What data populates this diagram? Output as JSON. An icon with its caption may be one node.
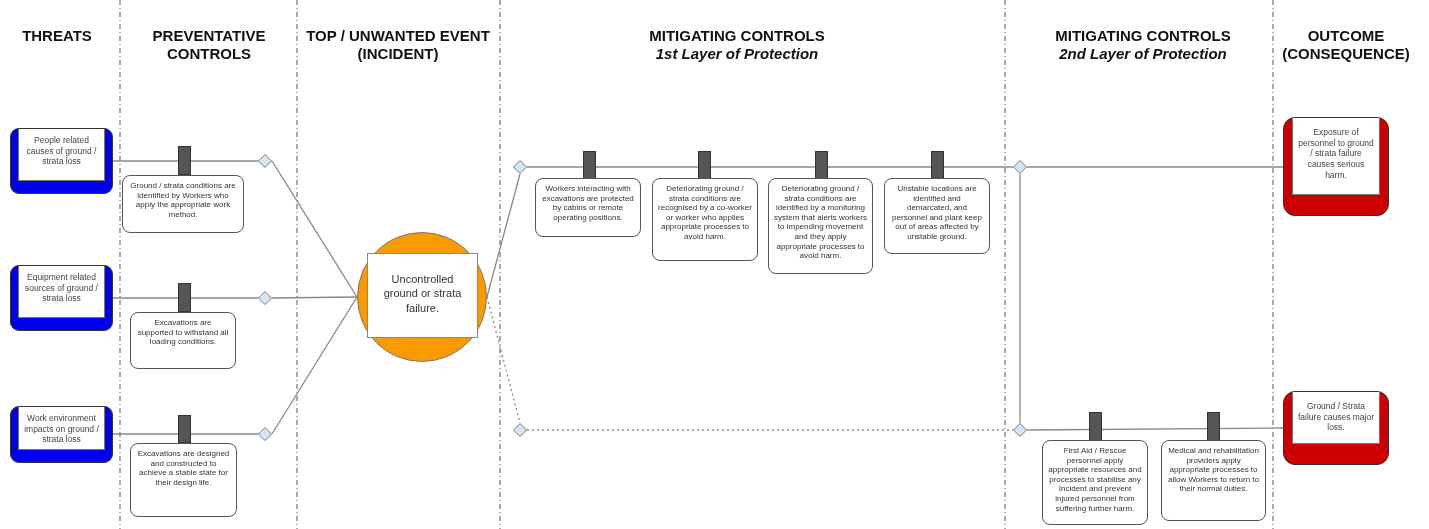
{
  "diagram": {
    "nodes": [
      {
        "text": [
          "People related causes of ground / strata loss"
        ]
      },
      {
        "text": [
          "Equipment related sources of ground / strata loss"
        ]
      },
      {
        "text": [
          "Work environment impacts on ground / strata loss"
        ]
      },
      {
        "text": [
          "Ground / strata conditions are identified by Workers who apply the appropriate work method."
        ]
      },
      {
        "text": [
          "Excavations are supported to withstand all loading conditions."
        ]
      },
      {
        "text": [
          "Excavations are designed and constructed to achieve a stable state for their design life."
        ]
      },
      {
        "text": [],
        "shape": "diamond"
      },
      {
        "text": [],
        "shape": "diamond"
      },
      {
        "text": [],
        "shape": "diamond"
      },
      {
        "text": [
          "Uncontrolled ground or strata failure."
        ]
      },
      {
        "text": [],
        "shape": "diamond"
      },
      {
        "text": [],
        "shape": "diamond"
      },
      {
        "text": [
          "Workers interacting with excavations are protected by cabins or remote operating positions."
        ]
      },
      {
        "text": [
          "Deteriorating ground / strata conditions are recognised by a co-worker or worker who applies appropriate processes to avoid harm."
        ]
      },
      {
        "text": [
          "Deteriorating ground / strata conditions are identified by a monitoring system that alerts workers to impending movement and they apply appropriate processes to avoid harm."
        ]
      },
      {
        "text": [
          "Unstable locations are identified and demarcated, and personnel and plant keep out of areas affected by unstable ground."
        ]
      },
      {
        "text": [],
        "shape": "diamond"
      },
      {
        "text": [],
        "shape": "diamond"
      },
      {
        "text": [
          "First Aid / Rescue personnel apply appropriate resources and processes to stabilise any Incident and prevent injured personnel from suffering further harm."
        ]
      },
      {
        "text": [
          "Medical and rehabilitation providers apply appropriate processes to allow Workers to return to their normal duties."
        ]
      },
      {
        "text": [
          "Exposure of personnel to ground / strata failure causes serious harm."
        ]
      },
      {
        "text": [
          "Ground / Strata failure causes major loss."
        ]
      }
    ],
    "edges": [
      {
        "from": 0,
        "to": 6,
        "arrow": "none"
      },
      {
        "from": 1,
        "to": 7,
        "arrow": "none"
      },
      {
        "from": 2,
        "to": 8,
        "arrow": "none"
      },
      {
        "from": 6,
        "to": 9,
        "arrow": "none"
      },
      {
        "from": 7,
        "to": 9,
        "arrow": "none"
      },
      {
        "from": 8,
        "to": 9,
        "arrow": "none"
      },
      {
        "from": 9,
        "to": 10,
        "arrow": "none"
      },
      {
        "from": 9,
        "to": 11,
        "arrow": "none",
        "style": "dashed"
      },
      {
        "from": 10,
        "to": 16,
        "arrow": "none"
      },
      {
        "from": 11,
        "to": 17,
        "arrow": "none",
        "style": "dashed"
      },
      {
        "from": 16,
        "to": 20,
        "arrow": "none"
      },
      {
        "from": 16,
        "to": 17,
        "arrow": "none"
      },
      {
        "from": 17,
        "to": 21,
        "arrow": "none"
      }
    ],
    "labels": [
      "THREATS",
      "PREVENTATIVE CONTROLS",
      "TOP / UNWANTED EVENT (INCIDENT)",
      "MITIGATING CONTROLS",
      "1st Layer of Protection",
      "MITIGATING CONTROLS",
      "2nd Layer of Protection",
      "OUTCOME (CONSEQUENCE)"
    ]
  }
}
